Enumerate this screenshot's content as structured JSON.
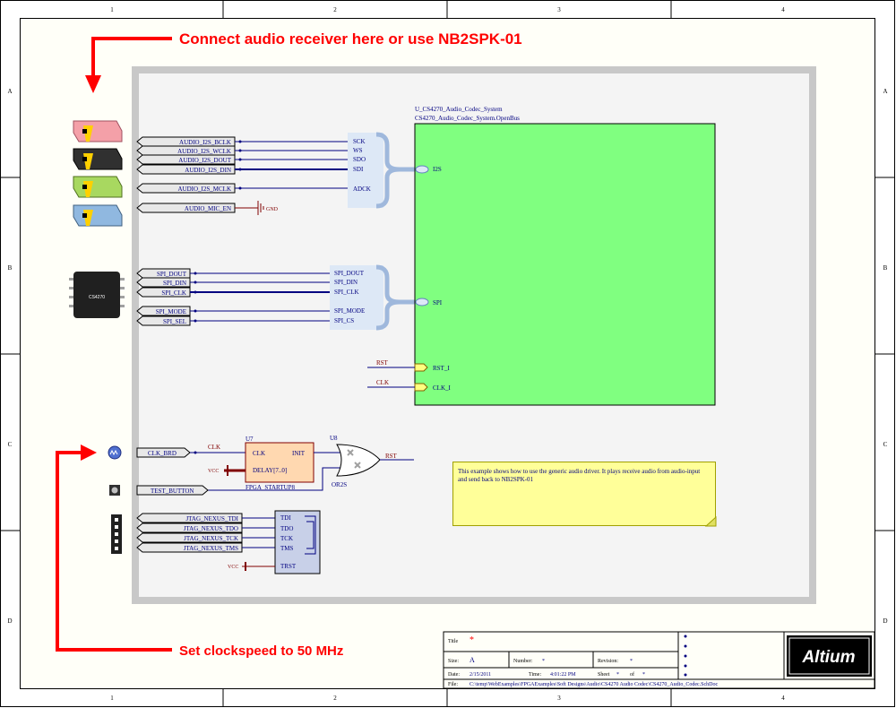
{
  "border": {
    "columns": [
      "1",
      "2",
      "3",
      "4"
    ],
    "rows": [
      "A",
      "B",
      "C",
      "D"
    ]
  },
  "annotations": {
    "top": "Connect audio receiver here or use NB2SPK-01",
    "bottom": "Set clockspeed to 50 MHz"
  },
  "sheet_symbol": {
    "designator": "U_CS4270_Audio_Codec_System",
    "filename": "CS4270_Audio_Codec_System.OpenBus",
    "ports": [
      "I2S",
      "SPI",
      "RST_I",
      "CLK_I"
    ]
  },
  "ports_left": {
    "audio": [
      "AUDIO_I2S_BCLK",
      "AUDIO_I2S_WCLK",
      "AUDIO_I2S_DOUT",
      "AUDIO_I2S_DIN",
      "AUDIO_I2S_MCLK",
      "AUDIO_MIC_EN"
    ],
    "spi": [
      "SPI_DOUT",
      "SPI_DIN",
      "SPI_CLK",
      "SPI_MODE",
      "SPI_SEL"
    ],
    "clock": "CLK_BRD",
    "button": "TEST_BUTTON",
    "jtag": [
      "JTAG_NEXUS_TDI",
      "JTAG_NEXUS_TDO",
      "JTAG_NEXUS_TCK",
      "JTAG_NEXUS_TMS"
    ]
  },
  "i2s_bus": {
    "signals": [
      "SCK",
      "WS",
      "SDO",
      "SDI",
      "ADCK"
    ]
  },
  "spi_bus": {
    "signals": [
      "SPI_DOUT",
      "SPI_DIN",
      "SPI_CLK",
      "SPI_MODE",
      "SPI_CS"
    ]
  },
  "nets": {
    "gnd": "GND",
    "rst": "RST",
    "clk": "CLK",
    "vcc": "VCC"
  },
  "chip_label": "CS4270",
  "startup": {
    "designator": "U7",
    "pins": [
      "CLK",
      "INIT",
      "DELAY[7..0]"
    ],
    "name": "FPGA_STARTUP8"
  },
  "or_gate": {
    "designator": "U8",
    "name": "OR2S"
  },
  "jtag_block": {
    "pins": [
      "TDI",
      "TDO",
      "TCK",
      "TMS",
      "TRST"
    ]
  },
  "note": "This example shows how to use the generic audio driver. It plays receive audio  from audio-input and send back to NB2SPK-01",
  "title_block": {
    "title_label": "Title",
    "title_value": "*",
    "size_label": "Size:",
    "size_value": "A",
    "number_label": "Number:",
    "number_value": "*",
    "revision_label": "Revision:",
    "revision_value": "*",
    "date_label": "Date:",
    "date_value": "2/15/2011",
    "time_label": "Time:",
    "time_value": "4:01:22 PM",
    "sheet_label": "Sheet",
    "sheet_value": "*",
    "of_label": "of",
    "of_value": "*",
    "file_label": "File:",
    "file_value": "C:\\temp\\WebExamples\\FPGAExamples\\Soft Designs\\Audio\\CS4270 Audio Codec\\CS4270_Audio_Codec.SchDoc",
    "logo": "Altium"
  }
}
